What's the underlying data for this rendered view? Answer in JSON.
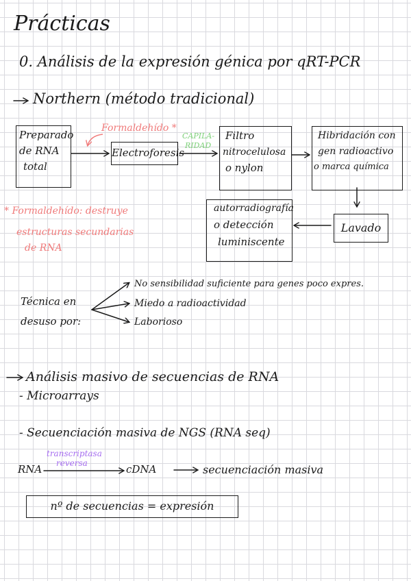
{
  "title": "Prácticas",
  "section_heading": "0. Análisis de la expresión génica por qRT-PCR",
  "northern": {
    "heading": "Northern (método tradicional)",
    "boxes": {
      "prep": [
        "Preparado",
        "de RNA",
        "total"
      ],
      "electro": "Electroforesis",
      "filtro": [
        "Filtro",
        "nitrocelulosa",
        "o nylon"
      ],
      "hibridacion": [
        "Hibridación con",
        "gen radioactivo",
        "o marca química"
      ],
      "lavado": "Lavado",
      "autorad": [
        "autorradiografía",
        "o detección",
        "luminiscente"
      ]
    },
    "arrow_labels": {
      "formaldehido": "Formaldehído *",
      "capilaridad": [
        "CAPILA-",
        "RIDAD"
      ]
    },
    "footnote": [
      "* Formaldehído: destruye",
      "estructuras secundarias",
      "de RNA"
    ],
    "desuso": {
      "label": [
        "Técnica en",
        "desuso por:"
      ],
      "reasons": [
        "No sensibilidad suficiente para genes poco expres.",
        "Miedo a radioactividad",
        "Laborioso"
      ]
    }
  },
  "masivo": {
    "heading": "Análisis masivo de secuencias de RNA",
    "item1": "- Microarrays",
    "item2": "- Secuenciación masiva de NGS (RNA seq)",
    "flow": {
      "rna": "RNA",
      "enzyme": [
        "transcriptasa",
        "reversa"
      ],
      "cdna": "cDNA",
      "result": "secuenciación masiva"
    },
    "formula": "nº de secuencias = expresión"
  },
  "colors": {
    "ink": "#1a1a1a",
    "red_note": "#f07a7a",
    "green_note": "#7fd17a",
    "purple_note": "#a56cf0",
    "grid": "#d9d9de"
  }
}
